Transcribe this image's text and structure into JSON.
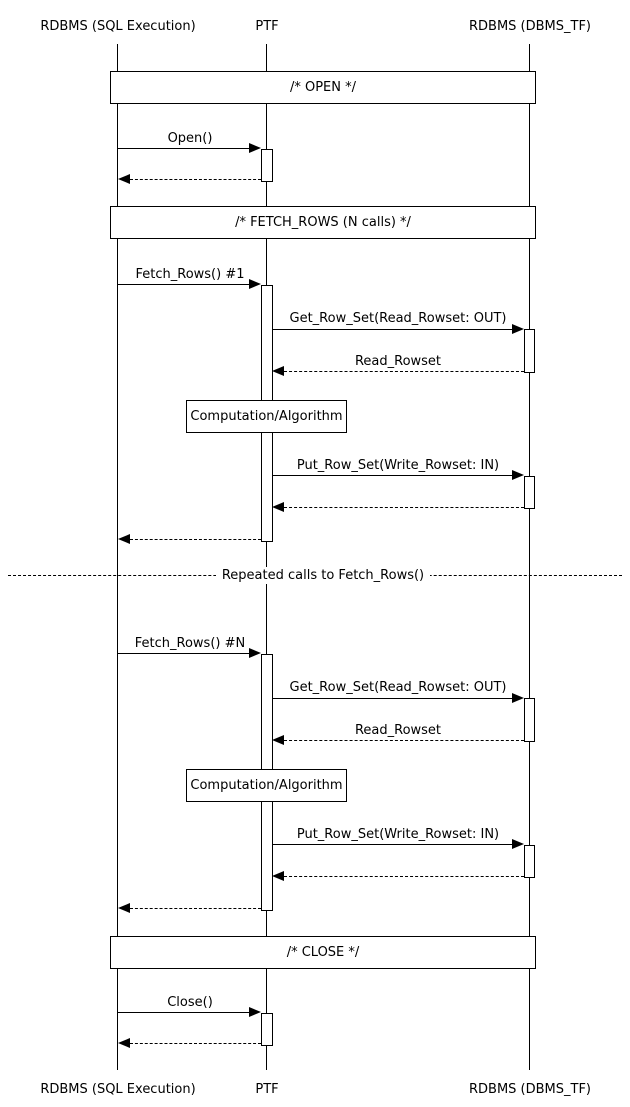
{
  "diagram": {
    "actors": {
      "left": {
        "label": "RDBMS (SQL Execution)"
      },
      "middle": {
        "label": "PTF"
      },
      "right": {
        "label": "RDBMS (DBMS_TF)"
      }
    },
    "frames": {
      "open": {
        "label": "/* OPEN */"
      },
      "fetch_rows": {
        "label": "/* FETCH_ROWS (N calls) */"
      },
      "close": {
        "label": "/* CLOSE */"
      }
    },
    "messages": {
      "open": {
        "label": "Open()"
      },
      "fetch_rows_1": {
        "label": "Fetch_Rows() #1"
      },
      "get_row_set": {
        "label": "Get_Row_Set(Read_Rowset: OUT)"
      },
      "read_rowset": {
        "label": "Read_Rowset"
      },
      "put_row_set": {
        "label": "Put_Row_Set(Write_Rowset: IN)"
      },
      "fetch_rows_n": {
        "label": "Fetch_Rows() #N"
      },
      "close": {
        "label": "Close()"
      }
    },
    "notes": {
      "computation": {
        "label": "Computation/Algorithm"
      }
    },
    "divider": {
      "label": "Repeated calls to Fetch_Rows()"
    },
    "colors": {
      "line": "#000000",
      "text": "#000000",
      "background": "#ffffff"
    }
  }
}
